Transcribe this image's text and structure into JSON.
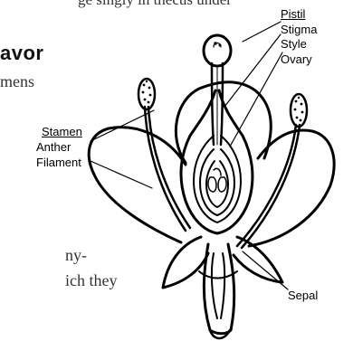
{
  "fragments": {
    "top_line": "ge singly in thecus under",
    "heading": "avor",
    "line_mens": "mens",
    "line_ny": "ny-",
    "line_ich": "ich they"
  },
  "labels": {
    "pistil": "Pistil",
    "stigma": "Stigma",
    "style": "Style",
    "ovary": "Ovary",
    "stamen": "Stamen",
    "anther": "Anther",
    "filament": "Filament",
    "sepal": "Sepal"
  }
}
